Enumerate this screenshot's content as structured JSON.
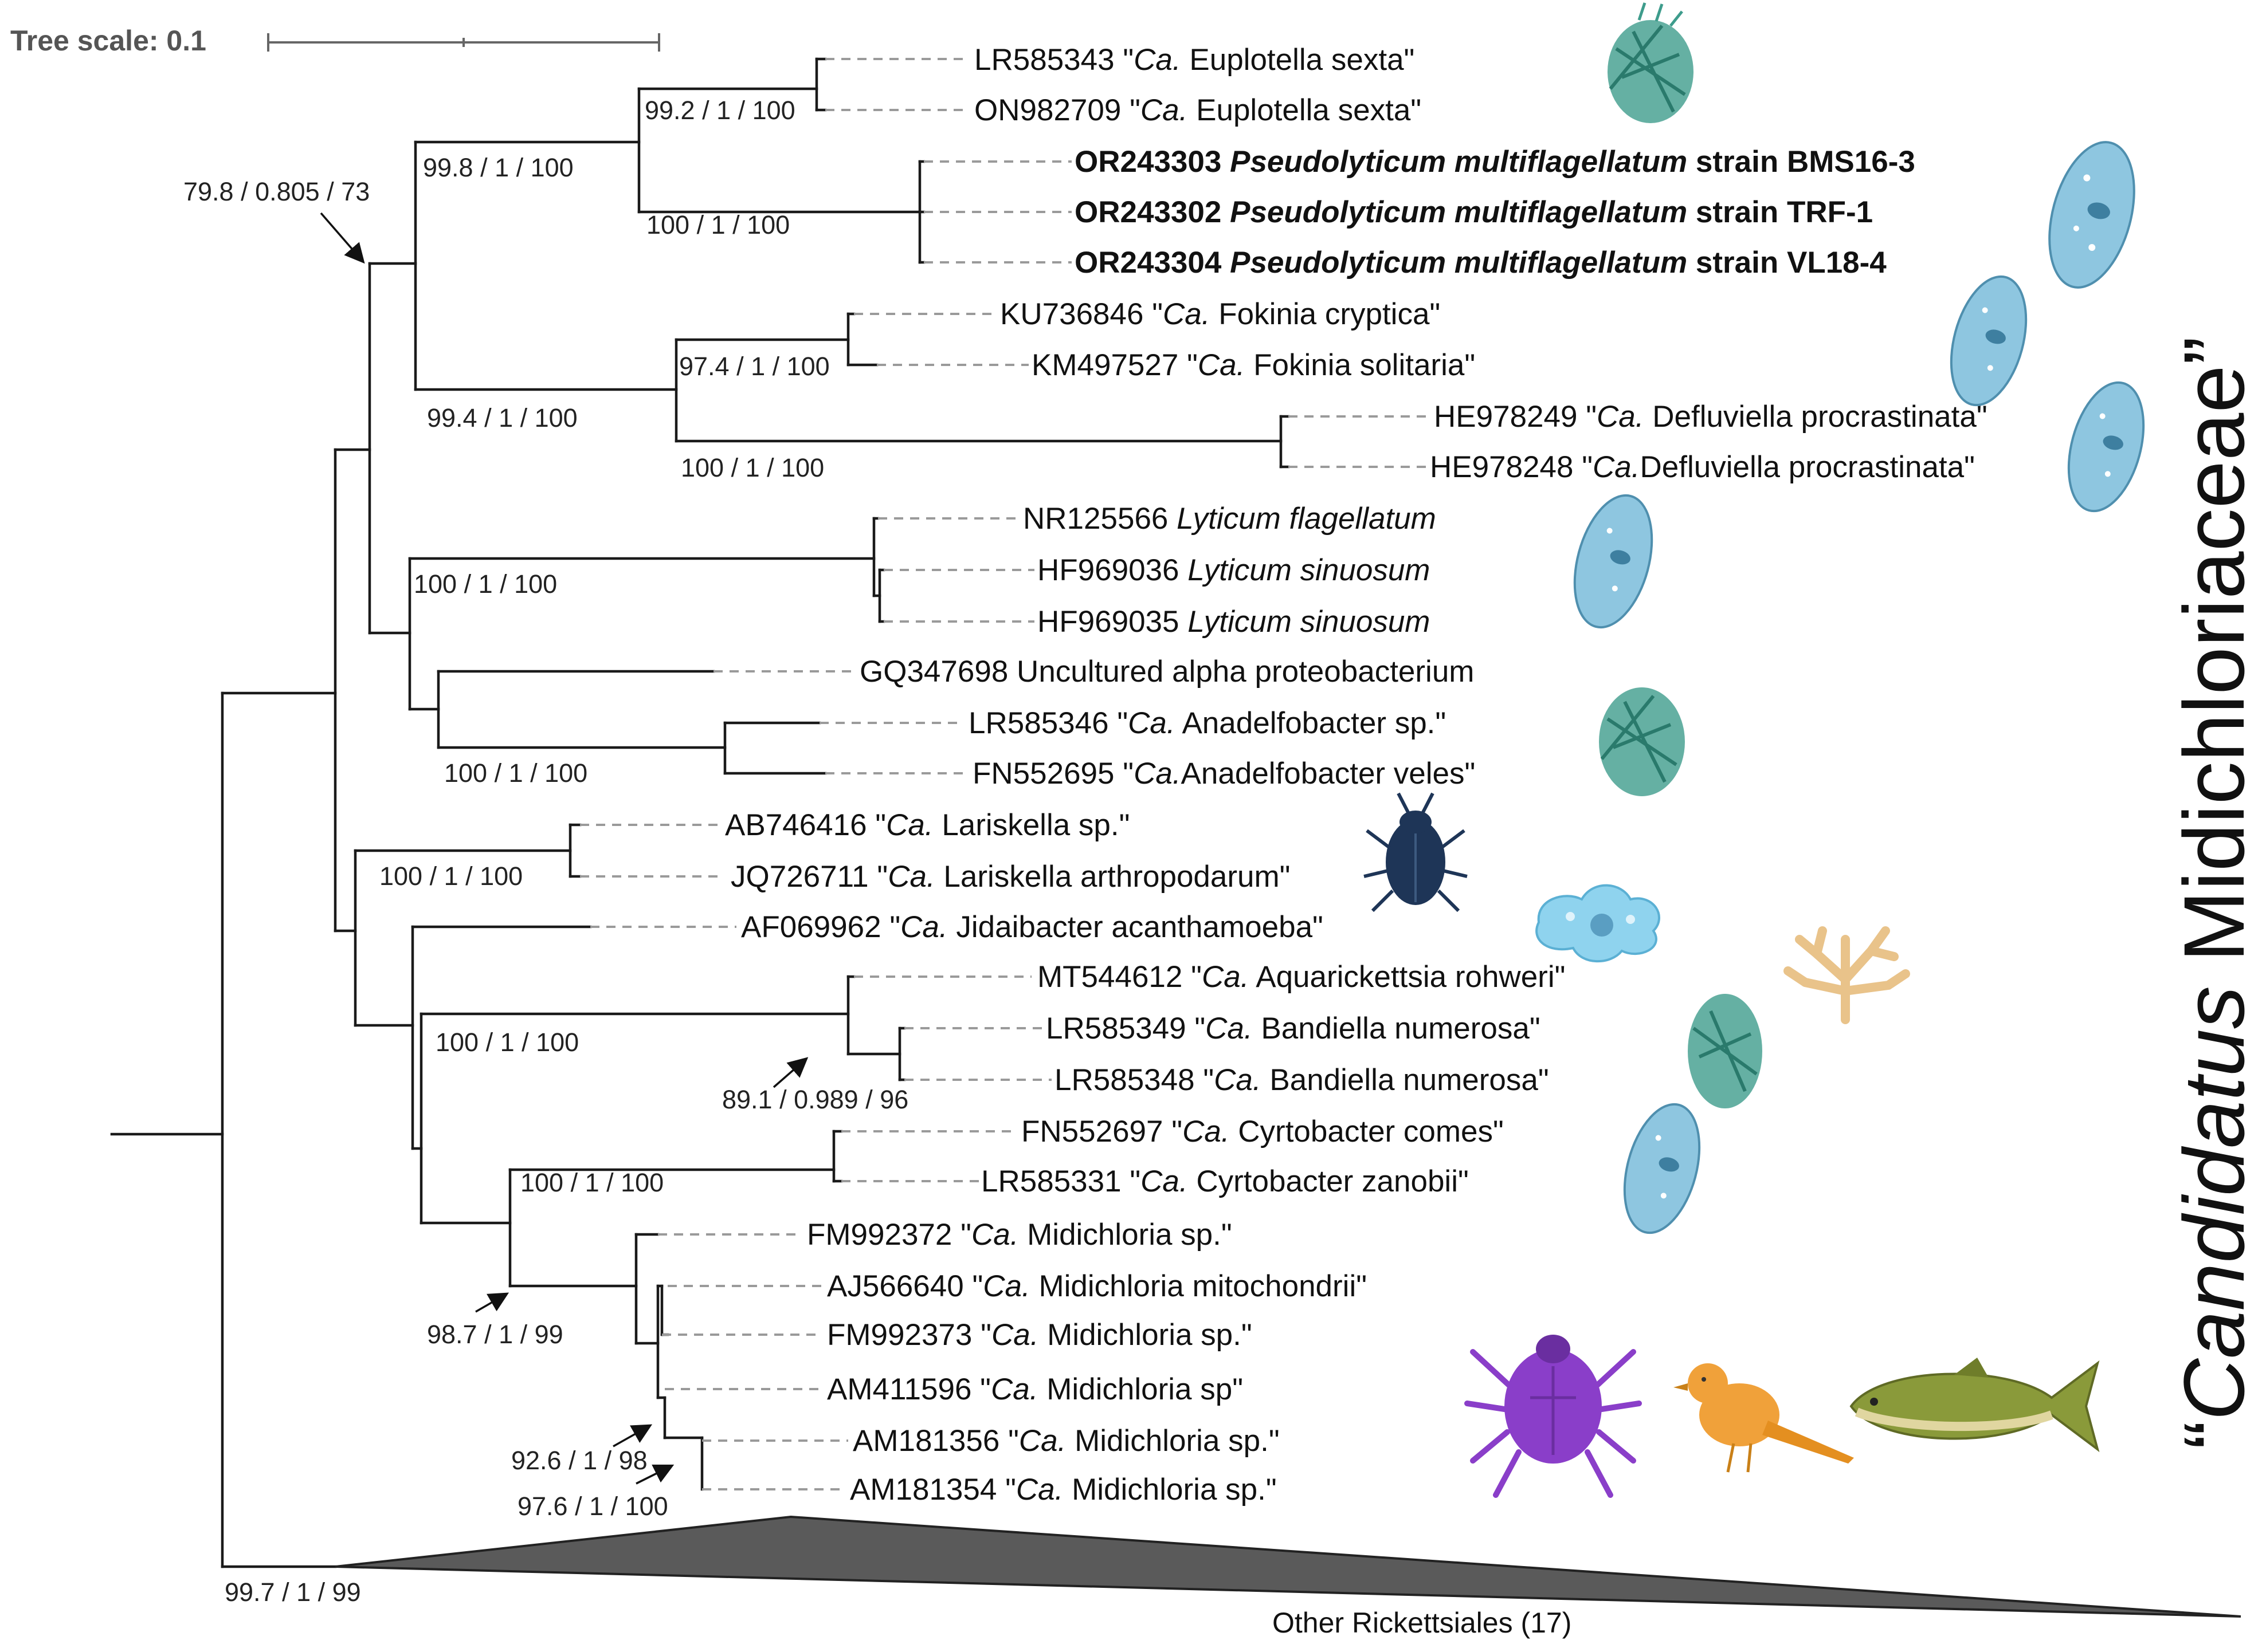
{
  "scale": {
    "label": "Tree scale: 0.1",
    "value": 0.1
  },
  "family_label": {
    "quote_open": "“",
    "italic": "Candidatus",
    "plain": " Midichloriaceae",
    "quote_close": "”"
  },
  "collapsed_clade": {
    "label": "Other Rickettsiales (17)"
  },
  "taxa": [
    {
      "id": "t1",
      "acc": "LR585343",
      "pre": " \"",
      "it": "Ca.",
      "post": " Euplotella sexta\"",
      "bold": false
    },
    {
      "id": "t2",
      "acc": "ON982709",
      "pre": " \"",
      "it": "Ca.",
      "post": " Euplotella sexta\"",
      "bold": false
    },
    {
      "id": "t3",
      "acc": "OR243303",
      "pre": " ",
      "it": "Pseudolyticum multiflagellatum",
      "post": " strain BMS16-3",
      "bold": true
    },
    {
      "id": "t4",
      "acc": "OR243302",
      "pre": " ",
      "it": "Pseudolyticum multiflagellatum",
      "post": " strain TRF-1",
      "bold": true
    },
    {
      "id": "t5",
      "acc": "OR243304",
      "pre": " ",
      "it": "Pseudolyticum multiflagellatum",
      "post": " strain VL18-4",
      "bold": true
    },
    {
      "id": "t6",
      "acc": "KU736846",
      "pre": " \"",
      "it": "Ca.",
      "post": " Fokinia cryptica\"",
      "bold": false
    },
    {
      "id": "t7",
      "acc": "KM497527",
      "pre": " \"",
      "it": "Ca.",
      "post": " Fokinia solitaria\"",
      "bold": false
    },
    {
      "id": "t8",
      "acc": "HE978249",
      "pre": " \"",
      "it": "Ca.",
      "post": " Defluviella procrastinata\"",
      "bold": false
    },
    {
      "id": "t9",
      "acc": "HE978248",
      "pre": " \"",
      "it": "Ca.",
      "post": "Defluviella procrastinata\"",
      "bold": false
    },
    {
      "id": "t10",
      "acc": "NR125566",
      "pre": " ",
      "it": "Lyticum flagellatum",
      "post": "",
      "bold": false
    },
    {
      "id": "t11",
      "acc": "HF969036",
      "pre": " ",
      "it": "Lyticum sinuosum",
      "post": "",
      "bold": false
    },
    {
      "id": "t12",
      "acc": "HF969035",
      "pre": " ",
      "it": "Lyticum sinuosum",
      "post": "",
      "bold": false
    },
    {
      "id": "t13",
      "acc": "GQ347698",
      "pre": " Uncultured alpha proteobacterium",
      "it": "",
      "post": "",
      "bold": false
    },
    {
      "id": "t14",
      "acc": "LR585346",
      "pre": " \"",
      "it": "Ca.",
      "post": " Anadelfobacter sp.\"",
      "bold": false
    },
    {
      "id": "t15",
      "acc": "FN552695",
      "pre": " \"",
      "it": "Ca.",
      "post": "Anadelfobacter veles\"",
      "bold": false
    },
    {
      "id": "t16",
      "acc": "AB746416",
      "pre": " \"",
      "it": "Ca.",
      "post": " Lariskella sp.\"",
      "bold": false
    },
    {
      "id": "t17",
      "acc": "JQ726711",
      "pre": " \"",
      "it": "Ca.",
      "post": " Lariskella arthropodarum\"",
      "bold": false
    },
    {
      "id": "t18",
      "acc": "AF069962",
      "pre": " \"",
      "it": "Ca.",
      "post": " Jidaibacter acanthamoeba\"",
      "bold": false
    },
    {
      "id": "t19",
      "acc": "MT544612",
      "pre": " \"",
      "it": "Ca.",
      "post": " Aquarickettsia rohweri\"",
      "bold": false
    },
    {
      "id": "t20",
      "acc": "LR585349",
      "pre": " \"",
      "it": "Ca.",
      "post": " Bandiella numerosa\"",
      "bold": false
    },
    {
      "id": "t21",
      "acc": "LR585348",
      "pre": " \"",
      "it": "Ca.",
      "post": " Bandiella numerosa\"",
      "bold": false
    },
    {
      "id": "t22",
      "acc": "FN552697",
      "pre": " \"",
      "it": "Ca.",
      "post": " Cyrtobacter comes\"",
      "bold": false
    },
    {
      "id": "t23",
      "acc": "LR585331",
      "pre": " \"",
      "it": "Ca.",
      "post": " Cyrtobacter zanobii\"",
      "bold": false
    },
    {
      "id": "t24",
      "acc": "FM992372",
      "pre": " \"",
      "it": "Ca.",
      "post": " Midichloria sp.\"",
      "bold": false
    },
    {
      "id": "t25",
      "acc": "AJ566640",
      "pre": " \"",
      "it": "Ca.",
      "post": " Midichloria mitochondrii\"",
      "bold": false
    },
    {
      "id": "t26",
      "acc": "FM992373",
      "pre": " \"",
      "it": "Ca.",
      "post": " Midichloria sp.\"",
      "bold": false
    },
    {
      "id": "t27",
      "acc": "AM411596",
      "pre": " \"",
      "it": "Ca.",
      "post": " Midichloria sp\"",
      "bold": false
    },
    {
      "id": "t28",
      "acc": "AM181356",
      "pre": " \"",
      "it": "Ca.",
      "post": " Midichloria sp.\"",
      "bold": false
    },
    {
      "id": "t29",
      "acc": "AM181354",
      "pre": " \"",
      "it": "Ca.",
      "post": " Midichloria sp.\"",
      "bold": false
    }
  ],
  "supports": [
    {
      "id": "s1",
      "text": "99.2 / 1 / 100"
    },
    {
      "id": "s2",
      "text": "99.8 / 1 / 100"
    },
    {
      "id": "s3",
      "text": "100 / 1 / 100"
    },
    {
      "id": "s4",
      "text": "79.8 / 0.805 / 73"
    },
    {
      "id": "s5",
      "text": "97.4 / 1 / 100"
    },
    {
      "id": "s6",
      "text": "99.4 / 1 / 100"
    },
    {
      "id": "s7",
      "text": "100 / 1 / 100"
    },
    {
      "id": "s8",
      "text": "100 / 1 / 100"
    },
    {
      "id": "s9",
      "text": "100 / 1 / 100"
    },
    {
      "id": "s10",
      "text": "100 / 1 / 100"
    },
    {
      "id": "s11",
      "text": "100 / 1 / 100"
    },
    {
      "id": "s12",
      "text": "89.1 / 0.989 / 96"
    },
    {
      "id": "s13",
      "text": "100 / 1 / 100"
    },
    {
      "id": "s14",
      "text": "98.7 / 1 / 99"
    },
    {
      "id": "s15",
      "text": "92.6 / 1 / 98"
    },
    {
      "id": "s16",
      "text": "97.6 / 1 / 100"
    },
    {
      "id": "s17",
      "text": "99.7 / 1 / 99"
    }
  ],
  "host_icons": [
    {
      "id": "i1",
      "name": "ciliate-euplotes-icon",
      "color": "#3e9c8c"
    },
    {
      "id": "i2",
      "name": "ciliate-paramecium-icon",
      "color": "#8ec6e0"
    },
    {
      "id": "i3",
      "name": "ciliate-paramecium-icon",
      "color": "#8ec6e0"
    },
    {
      "id": "i4",
      "name": "ciliate-paramecium-icon",
      "color": "#8ec6e0"
    },
    {
      "id": "i5",
      "name": "ciliate-paramecium-icon",
      "color": "#8ec6e0"
    },
    {
      "id": "i6",
      "name": "ciliate-euplotes-icon",
      "color": "#3e9c8c"
    },
    {
      "id": "i7",
      "name": "stink-bug-icon",
      "color": "#1e3557"
    },
    {
      "id": "i8",
      "name": "amoeba-icon",
      "color": "#8fd3ee"
    },
    {
      "id": "i9",
      "name": "coral-icon",
      "color": "#e9c38a"
    },
    {
      "id": "i10",
      "name": "ciliate-euplotes-icon",
      "color": "#3e9c8c"
    },
    {
      "id": "i11",
      "name": "ciliate-paramecium-icon",
      "color": "#8ec6e0"
    },
    {
      "id": "i12",
      "name": "tick-icon",
      "color": "#8a3ec9"
    },
    {
      "id": "i13",
      "name": "bird-icon",
      "color": "#f0a13a"
    },
    {
      "id": "i14",
      "name": "fish-icon",
      "color": "#8a9a3a"
    }
  ]
}
